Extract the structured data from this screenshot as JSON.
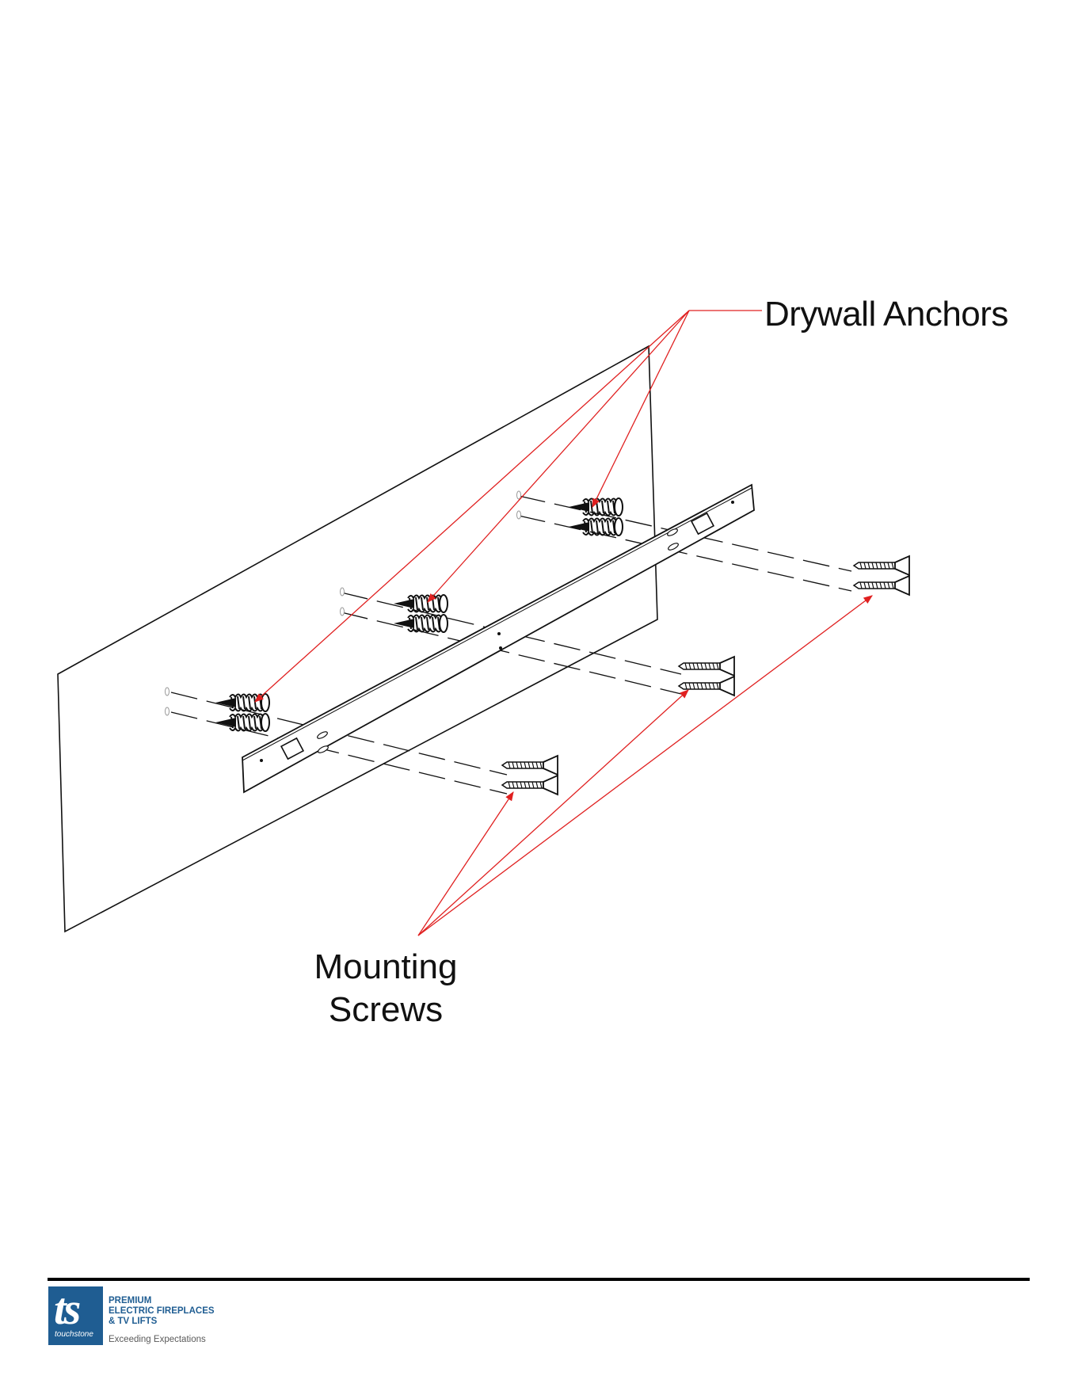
{
  "labels": {
    "anchors": "Drywall Anchors",
    "screws_line1": "Mounting",
    "screws_line2": "Screws"
  },
  "colors": {
    "line": "#111111",
    "leader": "#e02020",
    "brand": "#1f5d92"
  },
  "logo": {
    "mark": "ts",
    "wordmark": "touchstone",
    "tagline": [
      "PREMIUM",
      "ELECTRIC FIREPLACES",
      "& TV LIFTS"
    ],
    "slogan": "Exceeding Expectations"
  }
}
